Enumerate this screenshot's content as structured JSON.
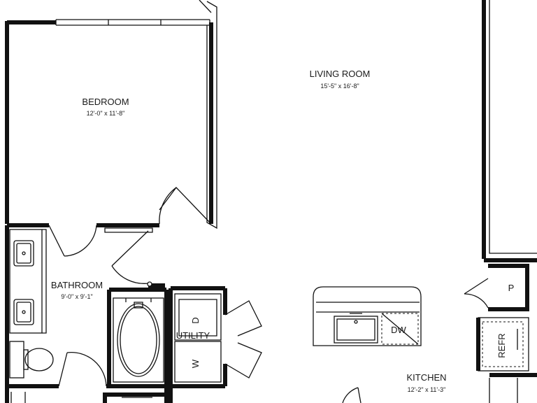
{
  "rooms": {
    "bedroom": {
      "name": "BEDROOM",
      "dims": "12'-0\" x 11'-8\""
    },
    "living_room": {
      "name": "LIVING ROOM",
      "dims": "15'-5\" x 16'-8\""
    },
    "bathroom": {
      "name": "BATHROOM",
      "dims": "9'-0\" x 9'-1\""
    },
    "kitchen": {
      "name": "KITCHEN",
      "dims": "12'-2\" x 11'-3\""
    }
  },
  "fixtures": {
    "utility": "UTILITY",
    "dryer": "D",
    "washer": "W",
    "dishwasher": "DW",
    "pantry": "P",
    "refrigerator": "REFR"
  }
}
